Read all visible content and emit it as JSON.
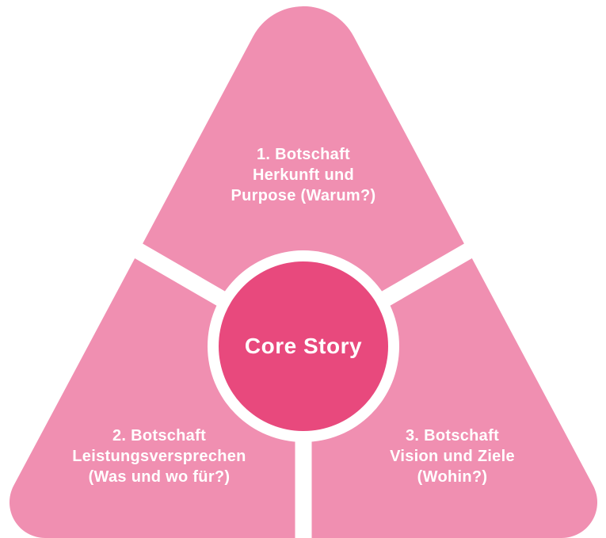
{
  "diagram": {
    "name": "core-story-pyramid",
    "colors": {
      "triangle_fill": "#F08FB1",
      "center_circle_fill": "#E8497D",
      "divider": "#FFFFFF",
      "ring": "#FFFFFF",
      "label_text": "#FFFFFF",
      "background": "#FFFFFF"
    },
    "center": {
      "label": "Core Story"
    },
    "sections": [
      {
        "id": "top",
        "lines": [
          "1. Botschaft",
          "Herkunft und",
          "Purpose (Warum?)"
        ]
      },
      {
        "id": "bottom-left",
        "lines": [
          "2. Botschaft",
          "Leistungsversprechen",
          "(Was und wo für?)"
        ]
      },
      {
        "id": "bottom-right",
        "lines": [
          "3. Botschaft",
          "Vision und Ziele",
          "(Wohin?)"
        ]
      }
    ]
  }
}
